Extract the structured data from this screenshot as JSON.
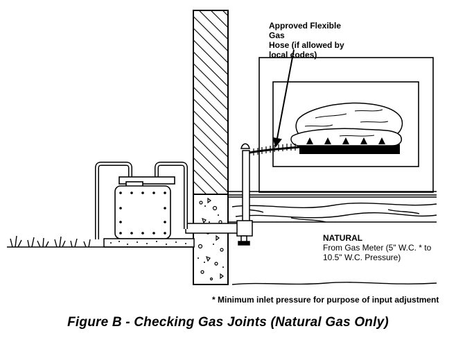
{
  "callout": {
    "line1": "Approved Flexible Gas",
    "line2": "Hose (if allowed by",
    "line3": "local codes)"
  },
  "natural": {
    "title": "NATURAL",
    "line1": "From Gas Meter (5\" W.C. * to",
    "line2": "10.5\" W.C. Pressure)"
  },
  "footnote": "* Minimum inlet pressure for purpose of input adjustment",
  "caption": "Figure B - Checking Gas Joints (Natural Gas Only)"
}
